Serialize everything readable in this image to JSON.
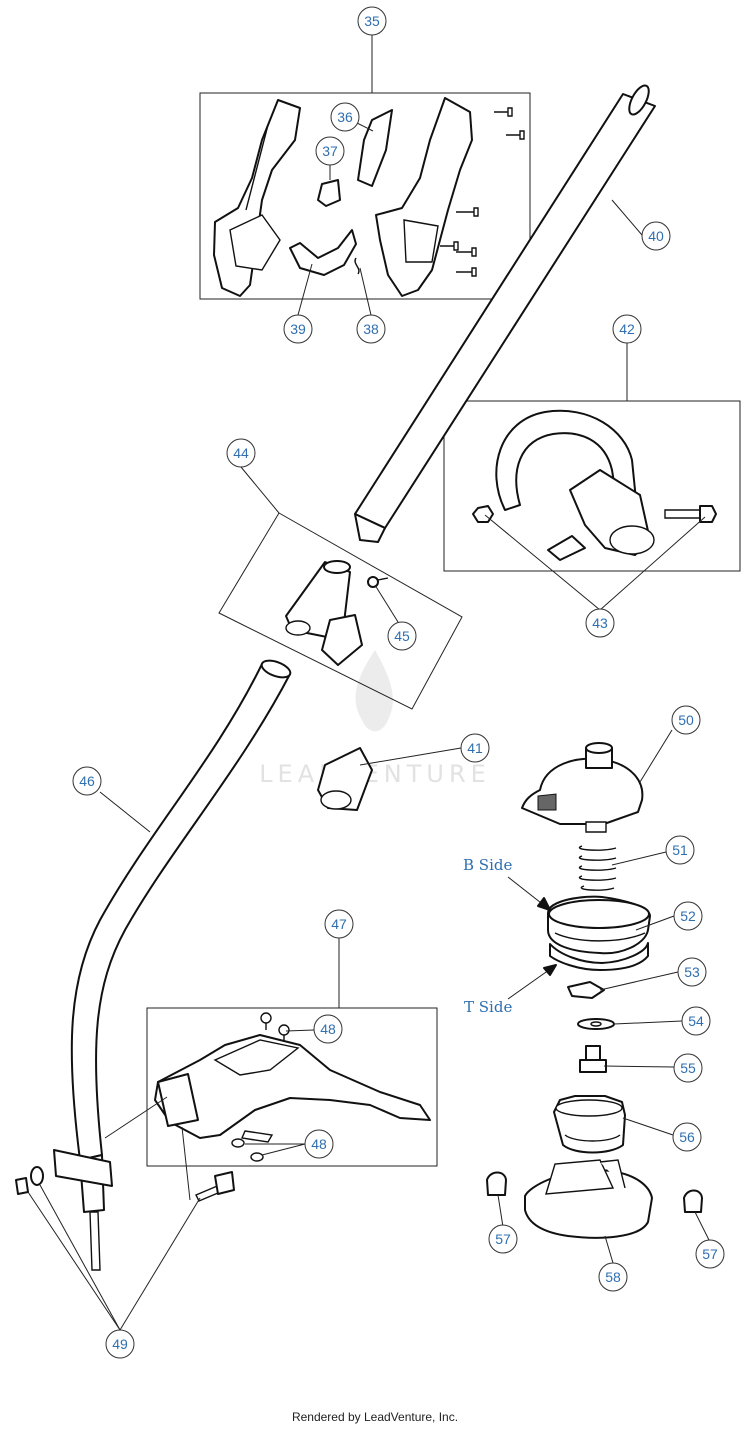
{
  "watermark": "LEADVENTURE",
  "footer": "Rendered by LeadVenture, Inc.",
  "side_labels": {
    "b_side": "B Side",
    "t_side": "T Side"
  },
  "callouts": [
    {
      "id": "c35",
      "num": "35"
    },
    {
      "id": "c36",
      "num": "36"
    },
    {
      "id": "c37",
      "num": "37"
    },
    {
      "id": "c38",
      "num": "38"
    },
    {
      "id": "c39",
      "num": "39"
    },
    {
      "id": "c40",
      "num": "40"
    },
    {
      "id": "c41",
      "num": "41"
    },
    {
      "id": "c42",
      "num": "42"
    },
    {
      "id": "c43",
      "num": "43"
    },
    {
      "id": "c44",
      "num": "44"
    },
    {
      "id": "c45",
      "num": "45"
    },
    {
      "id": "c46",
      "num": "46"
    },
    {
      "id": "c47",
      "num": "47"
    },
    {
      "id": "c48a",
      "num": "48"
    },
    {
      "id": "c48b",
      "num": "48"
    },
    {
      "id": "c49",
      "num": "49"
    },
    {
      "id": "c50",
      "num": "50"
    },
    {
      "id": "c51",
      "num": "51"
    },
    {
      "id": "c52",
      "num": "52"
    },
    {
      "id": "c53",
      "num": "53"
    },
    {
      "id": "c54",
      "num": "54"
    },
    {
      "id": "c55",
      "num": "55"
    },
    {
      "id": "c56",
      "num": "56"
    },
    {
      "id": "c57a",
      "num": "57"
    },
    {
      "id": "c57b",
      "num": "57"
    },
    {
      "id": "c58",
      "num": "58"
    }
  ]
}
